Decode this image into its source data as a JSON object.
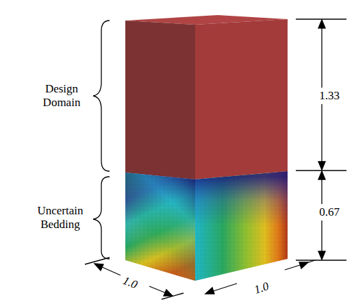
{
  "diagram": {
    "labels": [
      "Design Domain",
      "Uncertain Bedding",
      "1.33",
      "0.67",
      "1.0",
      "1.0"
    ]
  }
}
